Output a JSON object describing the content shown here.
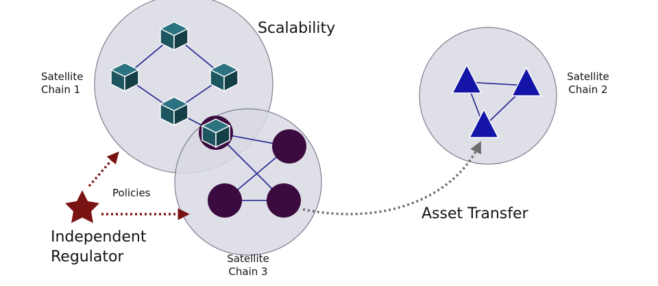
{
  "labels": {
    "scalability": "Scalability",
    "satellite_chain_1": "Satellite\nChain 1",
    "satellite_chain_2": "Satellite\nChain 2",
    "satellite_chain_3": "Satellite\nChain 3",
    "policies": "Policies",
    "independent_regulator": "Independent\nRegulator",
    "asset_transfer": "Asset Transfer"
  },
  "colors": {
    "chain_circle_fill": "#d8d9e3",
    "chain_circle_stroke": "#7b7d8c",
    "cube_front": "#1d5660",
    "cube_top": "#2b7380",
    "cube_side": "#143f47",
    "link_line": "#1d1f8f",
    "node_fill": "#3b0a3e",
    "triangle_fill": "#1414a8",
    "regulator_star": "#7a1414",
    "policy_arrow": "#7a1414",
    "transfer_arrow": "#6e6e6e"
  },
  "icons": {
    "cube": "cube-icon",
    "node": "circle-node-icon",
    "triangle": "triangle-node-icon",
    "star": "star-icon"
  }
}
